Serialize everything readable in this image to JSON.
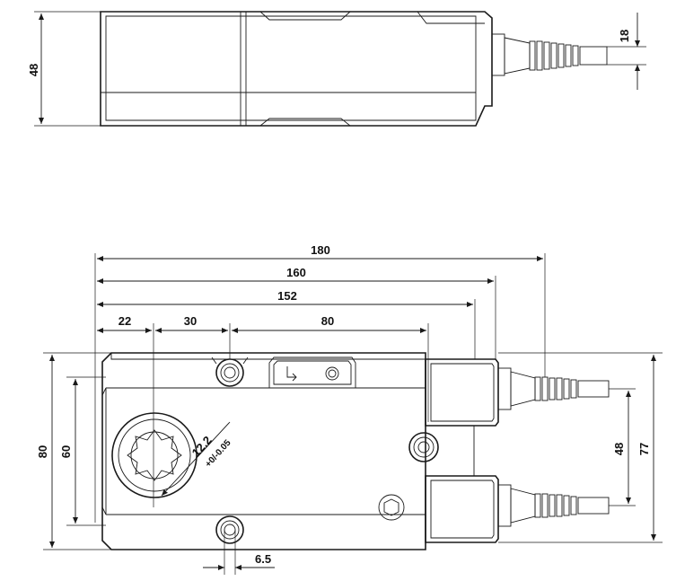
{
  "top_view": {
    "height_label": "48",
    "cable_label": "18"
  },
  "front_view": {
    "overall_length_label": "180",
    "housing_length_label": "160",
    "body_length_label": "152",
    "offset_label": "22",
    "hole_spacing_label": "30",
    "hole_to_hole_label": "80",
    "height_label": "80",
    "inner_height_label": "60",
    "connector_spacing_label": "48",
    "overall_height_label": "77",
    "shaft_label": "12.2",
    "shaft_tolerance_label": "+0/-0.05",
    "hole_diameter_label": "6.5",
    "direction_symbol": "⌐",
    "direction_symbol_alt": "Լ"
  }
}
